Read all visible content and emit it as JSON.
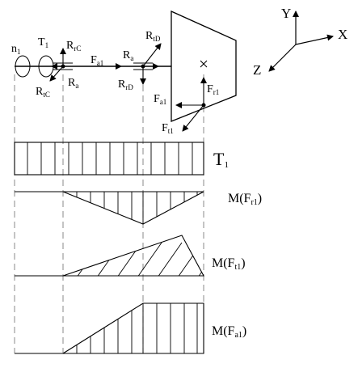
{
  "axes": {
    "y": "Y",
    "x": "X",
    "z": "Z"
  },
  "shaft": {
    "n1": "n",
    "n1_sub": "1",
    "T1": "T",
    "T1_sub": "1",
    "RrC": "R",
    "RrC_sub": "rC",
    "RtC": "R",
    "RtC_sub": "tC",
    "RaC": "R",
    "RaC_sub": "a",
    "Fa1_top": "F",
    "Fa1_top_sub": "a1",
    "RtD": "R",
    "RtD_sub": "tD",
    "RaD": "R",
    "RaD_sub": "a",
    "RrD": "R",
    "RrD_sub": "rD",
    "Fr1": "F",
    "Fr1_sub": "r1",
    "Fa1_gear": "F",
    "Fa1_gear_sub": "a1",
    "Ft1": "F",
    "Ft1_sub": "t1"
  },
  "diagrams": {
    "torque": {
      "label": "T",
      "sub": "1"
    },
    "moment_r": {
      "label": "M(F",
      "sub": "r1",
      "close": ")"
    },
    "moment_t": {
      "label": "M(F",
      "sub": "t1",
      "close": ")"
    },
    "moment_a": {
      "label": "M(F",
      "sub": "a1",
      "close": ")"
    }
  }
}
